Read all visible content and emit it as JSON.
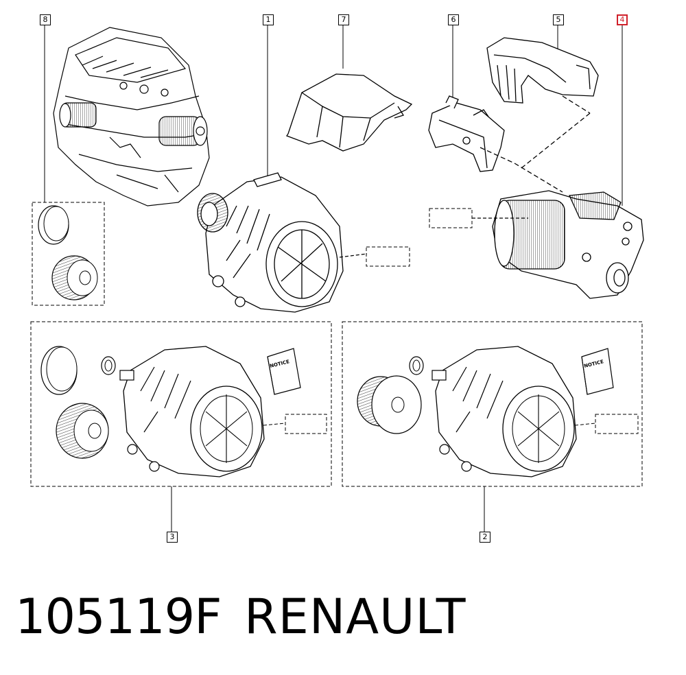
{
  "callouts": {
    "c8": "8",
    "c1": "1",
    "c7": "7",
    "c6": "6",
    "c5": "5",
    "c4": "4",
    "c3": "3",
    "c2": "2"
  },
  "notice_label": "NOTICE",
  "footer": {
    "part_number": "105119F",
    "brand": "RENAULT"
  },
  "colors": {
    "line": "#000000",
    "highlight": "#d0202a",
    "background": "#ffffff"
  }
}
